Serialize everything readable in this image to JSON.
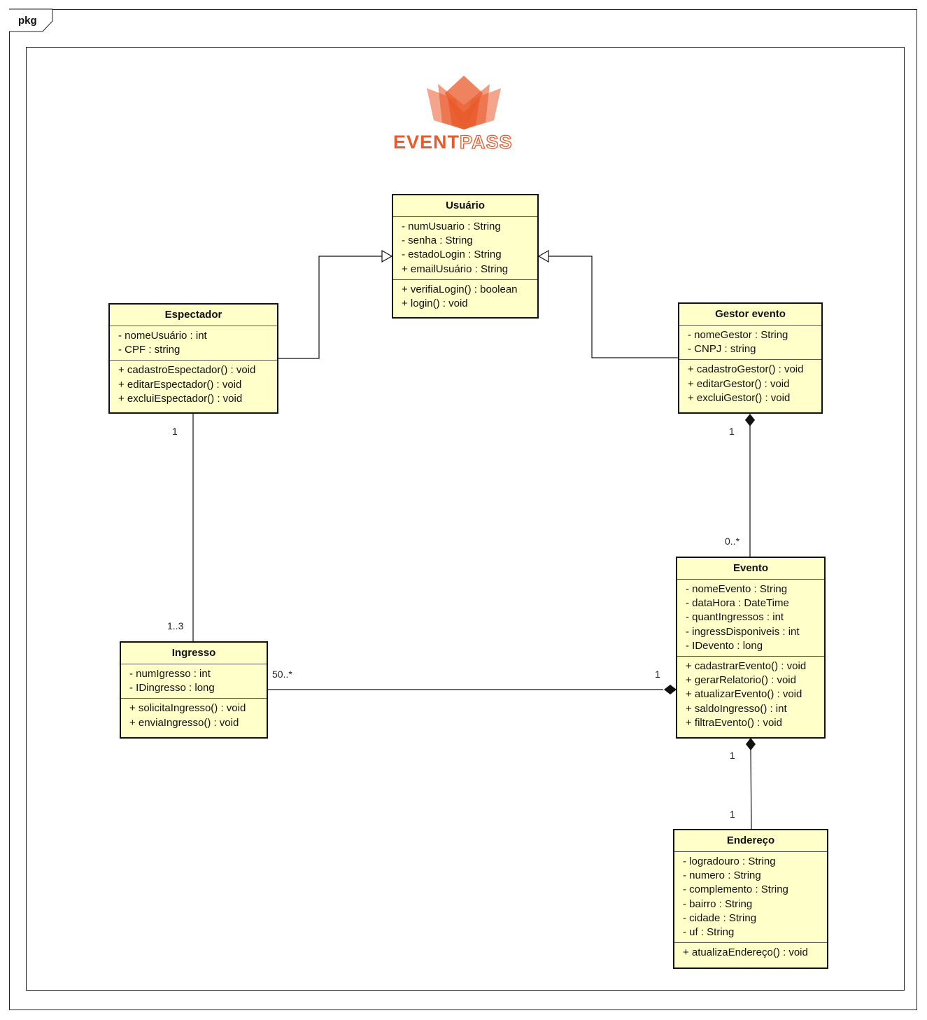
{
  "package": {
    "label": "pkg"
  },
  "logo": {
    "word_primary": "EVENT",
    "word_secondary": "PASS",
    "color": "#ea5a2b"
  },
  "classes": {
    "usuario": {
      "name": "Usuário",
      "attributes": [
        "- numUsuario : String",
        "- senha : String",
        "- estadoLogin : String",
        "+ emailUsuário : String"
      ],
      "operations": [
        "+ verifiaLogin() : boolean",
        "+ login() : void"
      ]
    },
    "espectador": {
      "name": "Espectador",
      "attributes": [
        "- nomeUsuário : int",
        "- CPF : string"
      ],
      "operations": [
        "+ cadastroEspectador() : void",
        "+ editarEspectador() : void",
        "+ excluiEspectador() : void"
      ]
    },
    "gestor": {
      "name": "Gestor evento",
      "attributes": [
        "- nomeGestor : String",
        "- CNPJ : string"
      ],
      "operations": [
        "+ cadastroGestor() : void",
        "+ editarGestor() : void",
        "+ excluiGestor() : void"
      ]
    },
    "evento": {
      "name": "Evento",
      "attributes": [
        "- nomeEvento : String",
        "- dataHora : DateTime",
        "- quantIngressos : int",
        "- ingressDisponiveis : int",
        "- IDevento : long"
      ],
      "operations": [
        "+ cadastrarEvento() : void",
        "+ gerarRelatorio() : void",
        "+ atualizarEvento() : void",
        "+ saldoIngresso() : int",
        "+ filtraEvento() : void"
      ]
    },
    "ingresso": {
      "name": "Ingresso",
      "attributes": [
        "- numIgresso : int",
        "- IDingresso : long"
      ],
      "operations": [
        "+ solicitaIngresso() : void",
        "+ enviaIngresso() : void"
      ]
    },
    "endereco": {
      "name": "Endereço",
      "attributes": [
        "- logradouro : String",
        "- numero : String",
        "- complemento : String",
        "- bairro : String",
        "- cidade : String",
        "- uf : String"
      ],
      "operations": [
        "+ atualizaEndereço() : void"
      ]
    }
  },
  "multiplicities": {
    "espectador_end": "1",
    "ingresso_end_top": "1..3",
    "gestor_end": "1",
    "evento_end_top": "0..*",
    "ingresso_end_right": "50..*",
    "evento_end_left": "1",
    "evento_end_bottom": "1",
    "endereco_end": "1"
  },
  "colors": {
    "class_fill": "#ffffc9",
    "border": "#111111",
    "logo": "#ea5a2b"
  }
}
